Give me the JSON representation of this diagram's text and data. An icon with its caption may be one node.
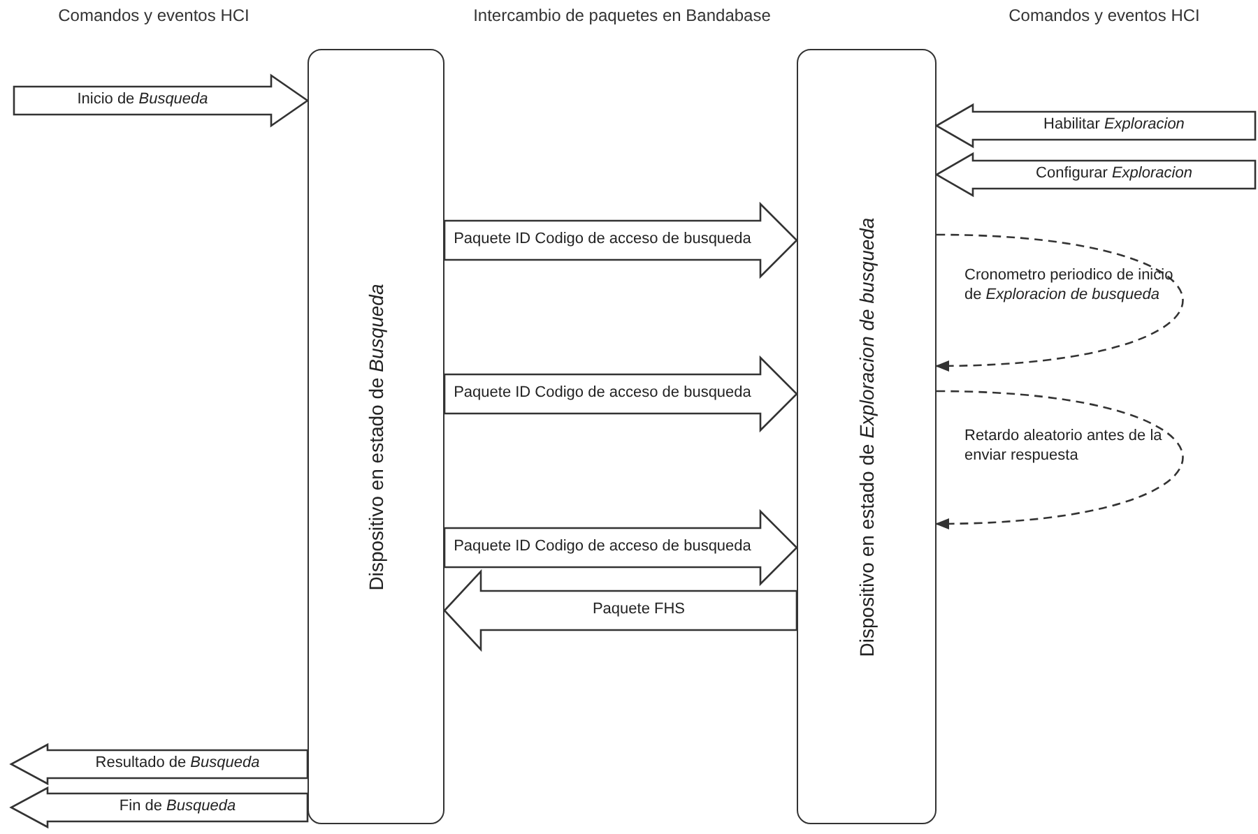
{
  "diagram": {
    "nodes": [
      {
        "text": [
          "Dispositivo en estado de *Busqueda*"
        ]
      },
      {
        "text": [
          "Dispositivo en estado de *Exploracion de busqueda*"
        ]
      }
    ],
    "edges": [
      {
        "from": null,
        "to": 0,
        "arrow": "to",
        "label": "Inicio de *Busqueda*"
      },
      {
        "from": null,
        "to": 1,
        "arrow": "to",
        "label": "Habilitar *Exploracion*"
      },
      {
        "from": null,
        "to": 1,
        "arrow": "to",
        "label": "Configurar *Exploracion*"
      },
      {
        "from": 0,
        "to": 1,
        "arrow": "to",
        "label": "Paquete ID Codigo de acceso de busqueda"
      },
      {
        "from": 1,
        "to": 1,
        "arrow": "to",
        "label": "Cronometro periodico de inicio de *Exploracion de busqueda*",
        "style": "dashed"
      },
      {
        "from": 0,
        "to": 1,
        "arrow": "to",
        "label": "Paquete ID Codigo de acceso de busqueda"
      },
      {
        "from": 1,
        "to": 1,
        "arrow": "to",
        "label": "Retardo aleatorio antes de la enviar respuesta",
        "style": "dashed"
      },
      {
        "from": 0,
        "to": 1,
        "arrow": "to",
        "label": "Paquete ID Codigo de acceso de busqueda"
      },
      {
        "from": 1,
        "to": 0,
        "arrow": "to",
        "label": "Paquete FHS"
      },
      {
        "from": 0,
        "to": null,
        "arrow": "to",
        "label": "Resultado de *Busqueda*"
      },
      {
        "from": 0,
        "to": null,
        "arrow": "to",
        "label": "Fin de *Busqueda*"
      }
    ],
    "labels": [
      "Comandos y eventos HCI",
      "Intercambio de paquetes en Bandabase",
      "Comandos y eventos HCI"
    ]
  }
}
